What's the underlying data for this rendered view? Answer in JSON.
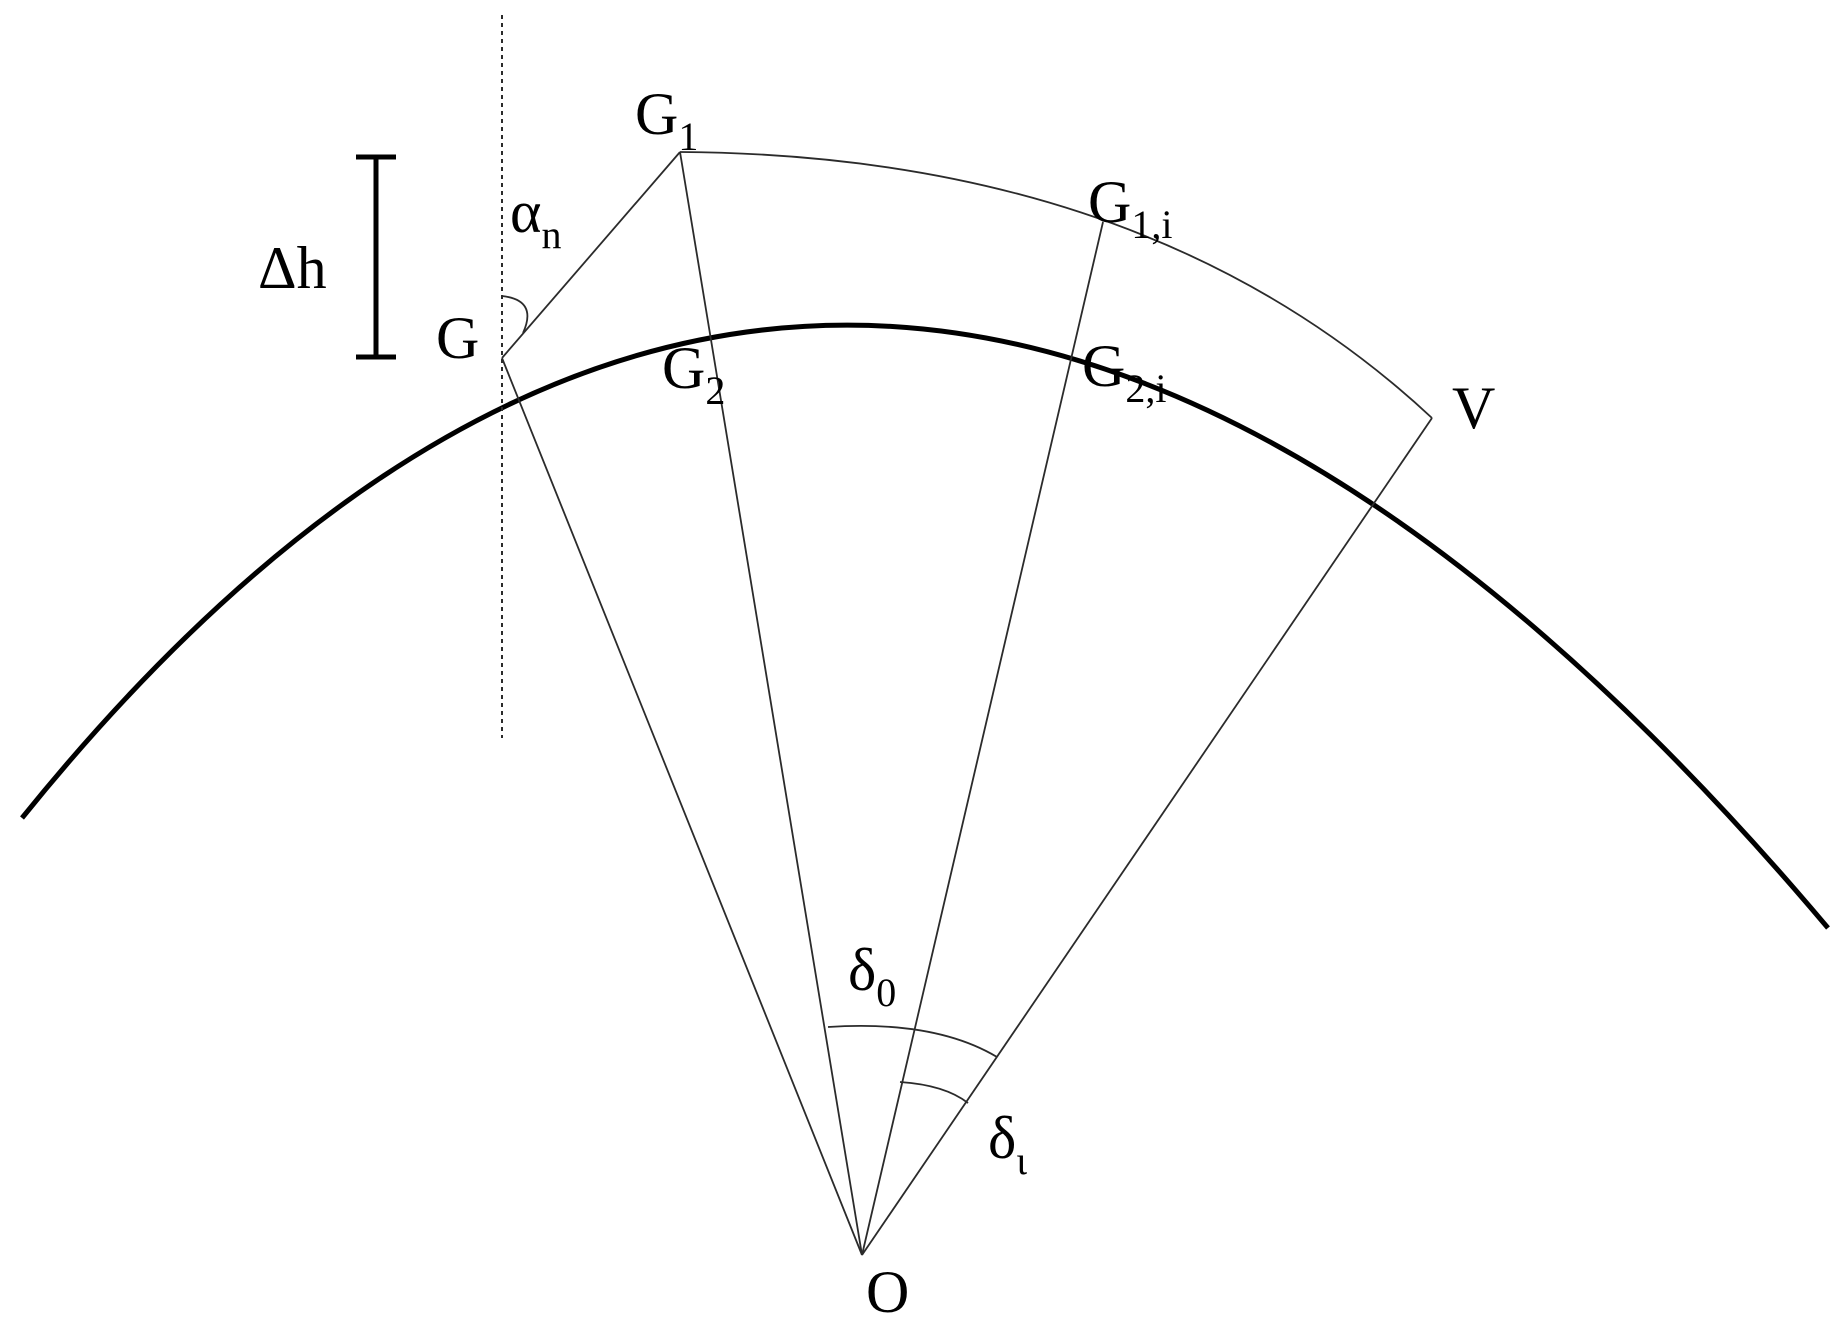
{
  "labels": {
    "delta_h": "Δh",
    "alpha": "α",
    "alpha_sub": "n",
    "g": "G",
    "g1": "G",
    "g1_sub": "1",
    "g2": "G",
    "g2_sub": "2",
    "g1i": "G",
    "g1i_sub": "1,i",
    "g2i": "G",
    "g2i_sub": "2,i",
    "v": "V",
    "o": "O",
    "delta0": "δ",
    "delta0_sub": "0",
    "deltai": "δ",
    "deltai_sub": "ι"
  },
  "colors": {
    "line": "#2b2b2b",
    "earth": "#000000",
    "background": "#ffffff"
  }
}
